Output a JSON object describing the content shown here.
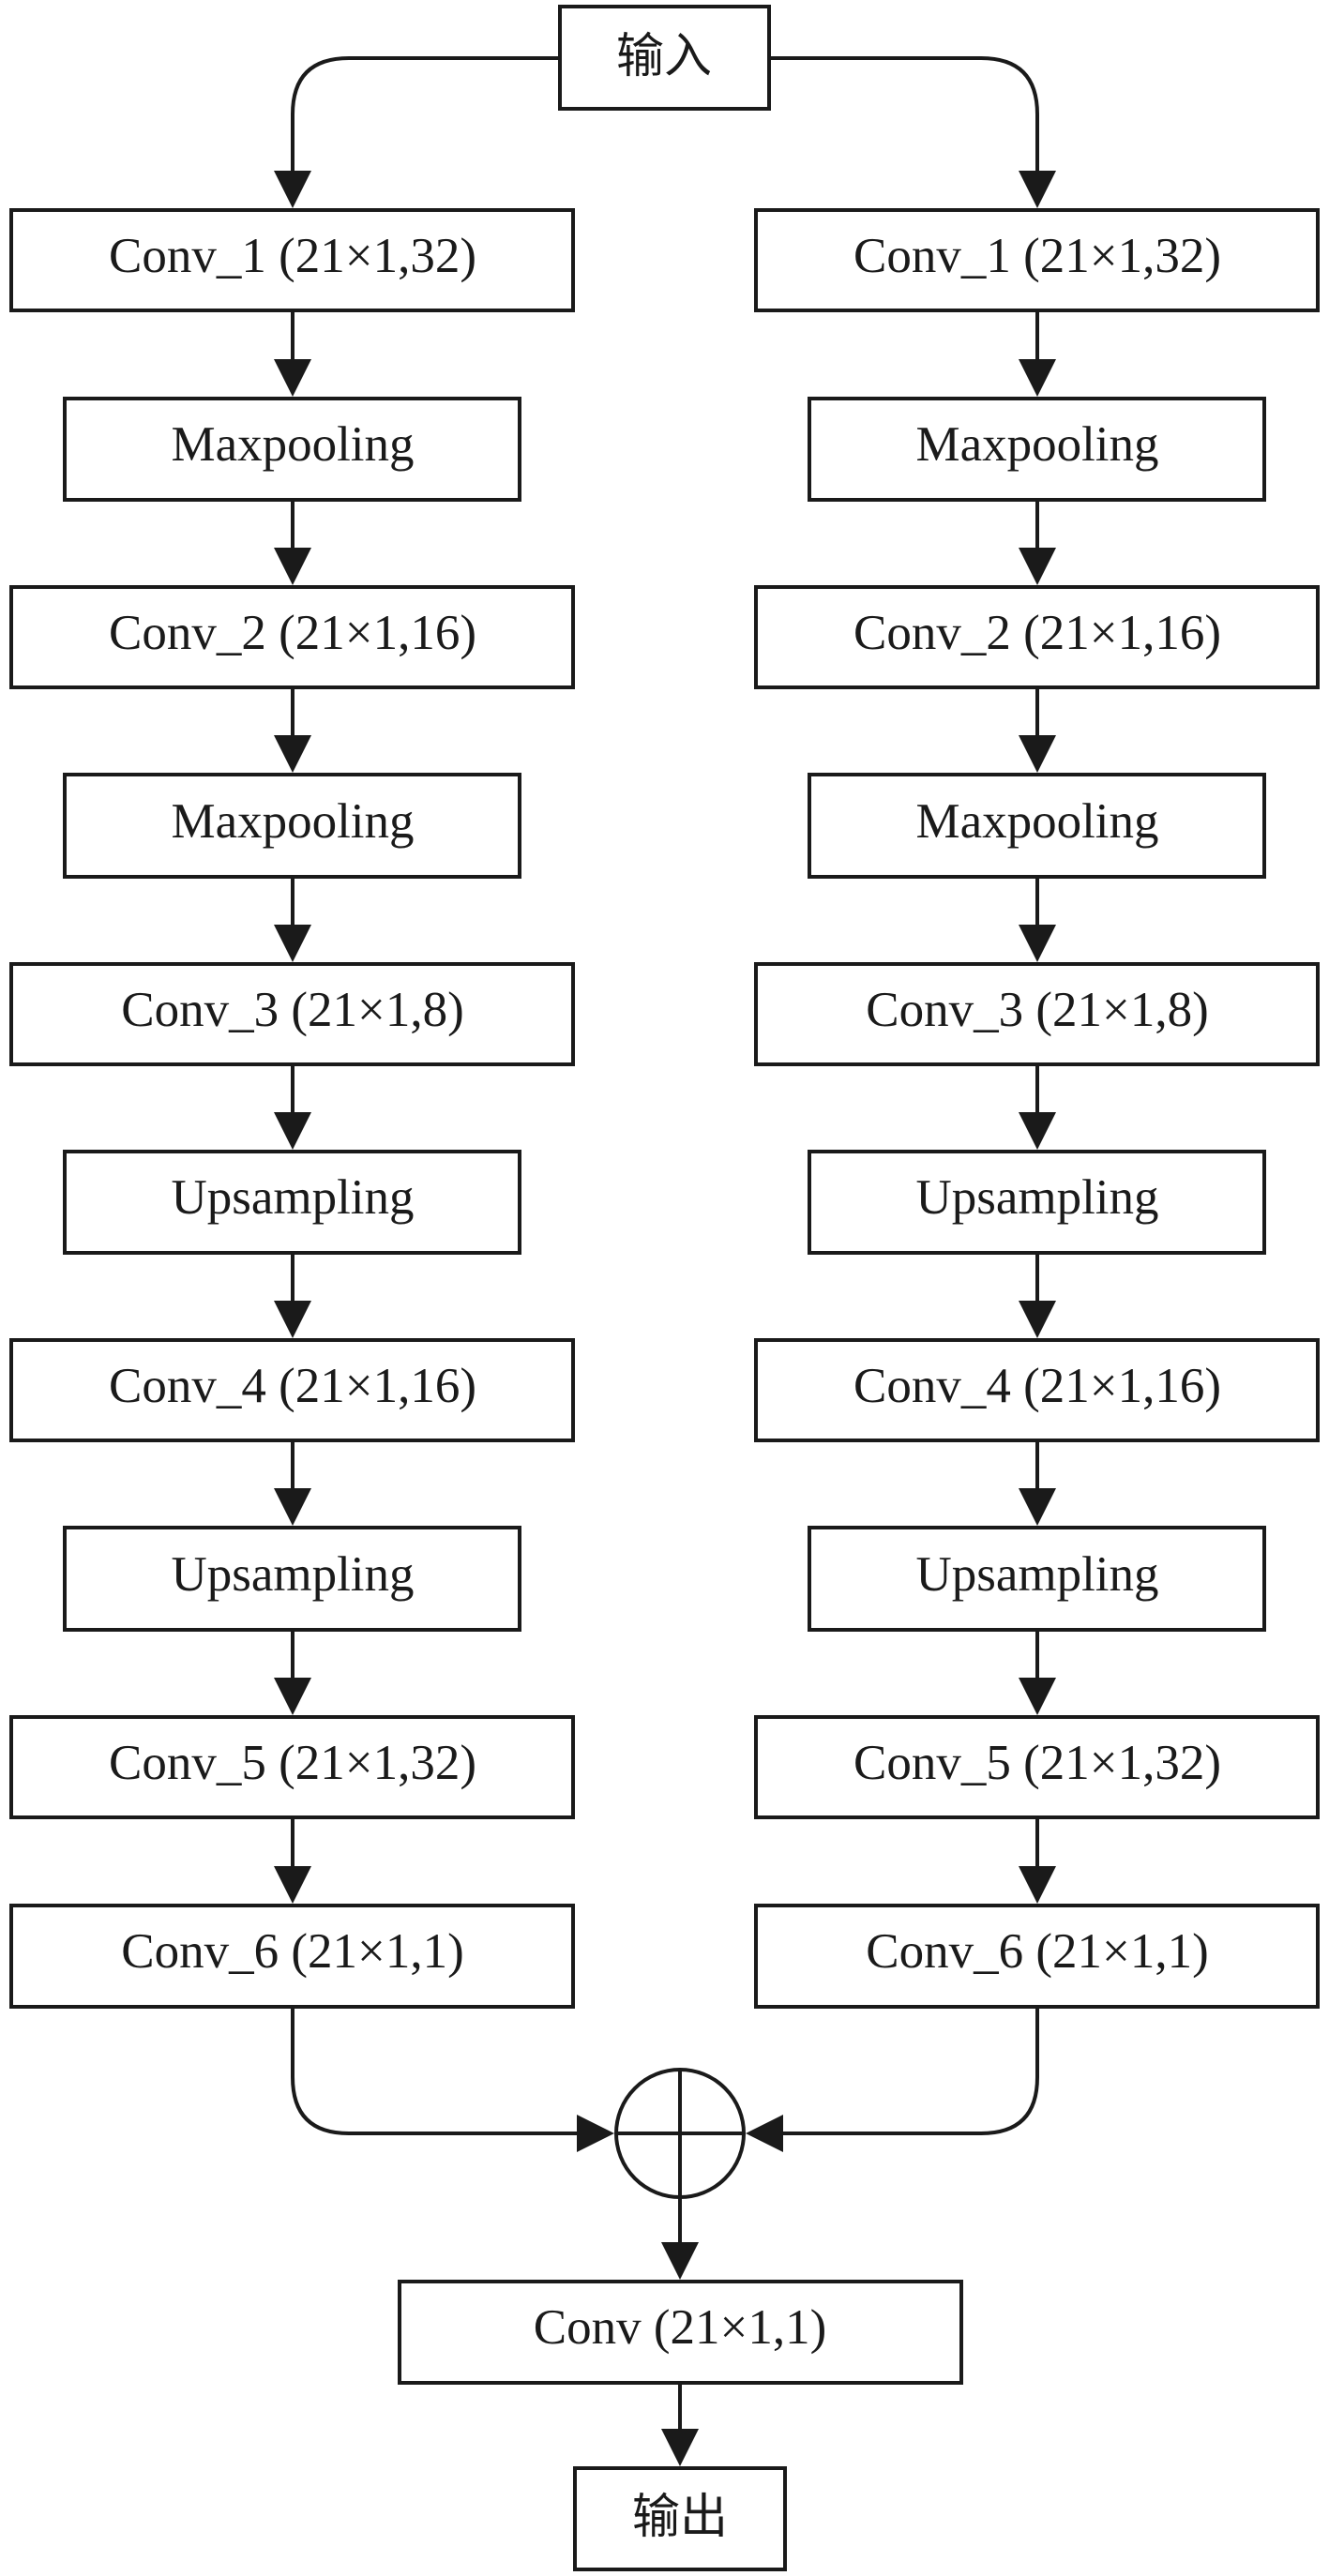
{
  "input_label": "输入",
  "output_label": "输出",
  "branches": [
    {
      "layers": [
        "Conv_1 (21×1,32)",
        "Maxpooling",
        "Conv_2 (21×1,16)",
        "Maxpooling",
        "Conv_3 (21×1,8)",
        "Upsampling",
        "Conv_4 (21×1,16)",
        "Upsampling",
        "Conv_5 (21×1,32)",
        "Conv_6 (21×1,1)"
      ]
    },
    {
      "layers": [
        "Conv_1 (21×1,32)",
        "Maxpooling",
        "Conv_2 (21×1,16)",
        "Maxpooling",
        "Conv_3 (21×1,8)",
        "Upsampling",
        "Conv_4 (21×1,16)",
        "Upsampling",
        "Conv_5 (21×1,32)",
        "Conv_6 (21×1,1)"
      ]
    }
  ],
  "merge_symbol": "sum-circle",
  "final_layer": "Conv (21×1,1)"
}
